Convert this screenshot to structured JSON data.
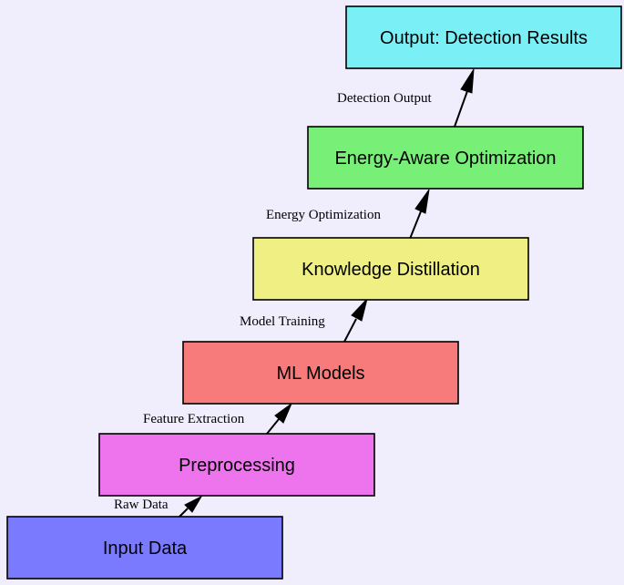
{
  "nodes": [
    {
      "id": "input",
      "label": "Input Data",
      "color": "#7a7aff"
    },
    {
      "id": "preprocessing",
      "label": "Preprocessing",
      "color": "#ee74ee"
    },
    {
      "id": "ml_models",
      "label": "ML Models",
      "color": "#f87b7b"
    },
    {
      "id": "knowledge_distillation",
      "label": "Knowledge Distillation",
      "color": "#efef84"
    },
    {
      "id": "energy_optimization",
      "label": "Energy-Aware Optimization",
      "color": "#78f078"
    },
    {
      "id": "output",
      "label": "Output: Detection Results",
      "color": "#7aeff6"
    }
  ],
  "edges": [
    {
      "from": "input",
      "to": "preprocessing",
      "label": "Raw Data"
    },
    {
      "from": "preprocessing",
      "to": "ml_models",
      "label": "Feature Extraction"
    },
    {
      "from": "ml_models",
      "to": "knowledge_distillation",
      "label": "Model Training"
    },
    {
      "from": "knowledge_distillation",
      "to": "energy_optimization",
      "label": "Energy Optimization"
    },
    {
      "from": "energy_optimization",
      "to": "output",
      "label": "Detection Output"
    }
  ]
}
